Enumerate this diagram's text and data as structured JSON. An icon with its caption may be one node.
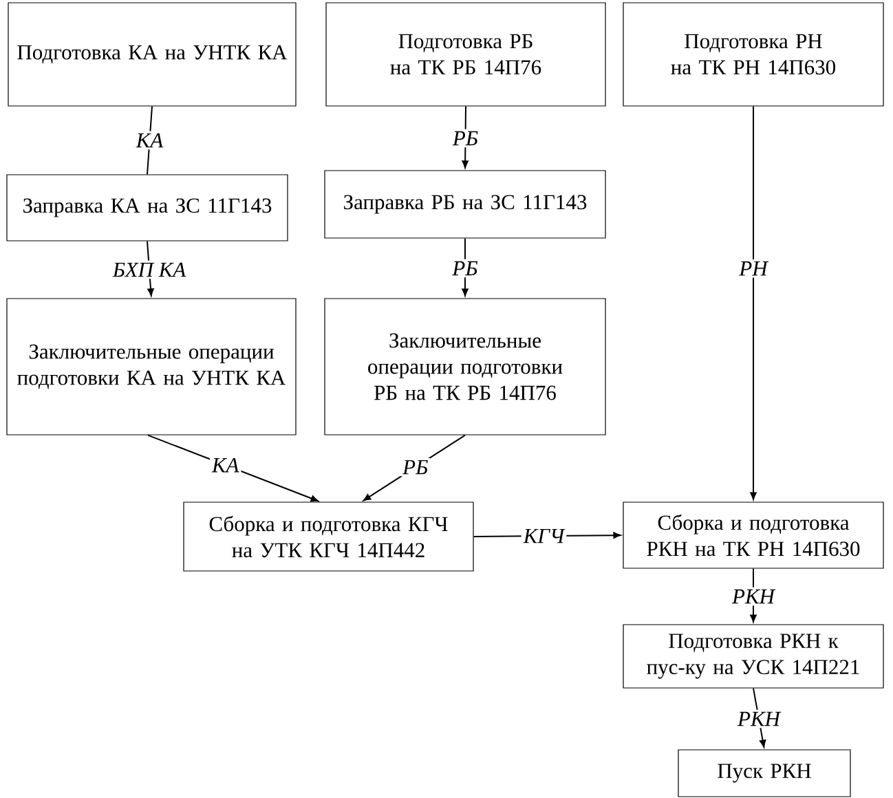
{
  "diagram": {
    "nodes": [
      {
        "text": [
          "Подготовка КА на УНТК КА"
        ]
      },
      {
        "text": [
          "Подготовка РБ на ТК РБ 14П76"
        ]
      },
      {
        "text": [
          "Подготовка РН на ТК РН 14П630"
        ]
      },
      {
        "text": [
          "Заправка КА на ЗС 11Г143"
        ]
      },
      {
        "text": [
          "Заправка РБ на ЗС 11Г143"
        ]
      },
      {
        "text": [
          "Заключительные операции подготовки КА на УНТК КА"
        ]
      },
      {
        "text": [
          "Заключительные операции подготовки РБ на ТК РБ 14П76"
        ]
      },
      {
        "text": [
          "Сборка и подготовка КГЧ на УТК КГЧ 14П442"
        ]
      },
      {
        "text": [
          "Сборка и подготовка РКН на ТК РН 14П630"
        ]
      },
      {
        "text": [
          "Подготовка РКН к пус-ку на УСК 14П221"
        ]
      },
      {
        "text": [
          "Пуск РКН"
        ]
      }
    ],
    "edges": [
      {
        "from": 0,
        "to": 3,
        "arrow": "none",
        "label": "КА"
      },
      {
        "from": 1,
        "to": 4,
        "arrow": "to",
        "label": "РБ"
      },
      {
        "from": 3,
        "to": 5,
        "arrow": "to",
        "label": "БХП КА"
      },
      {
        "from": 4,
        "to": 6,
        "arrow": "to",
        "label": "РБ"
      },
      {
        "from": 5,
        "to": 7,
        "arrow": "to",
        "label": "КА"
      },
      {
        "from": 6,
        "to": 7,
        "arrow": "to",
        "label": "РБ"
      },
      {
        "from": 2,
        "to": 8,
        "arrow": "to",
        "label": "РН"
      },
      {
        "from": 7,
        "to": 8,
        "arrow": "to",
        "label": "КГЧ"
      },
      {
        "from": 8,
        "to": 9,
        "arrow": "to",
        "label": "РКН"
      },
      {
        "from": 9,
        "to": 10,
        "arrow": "to",
        "label": "РКН"
      }
    ]
  }
}
